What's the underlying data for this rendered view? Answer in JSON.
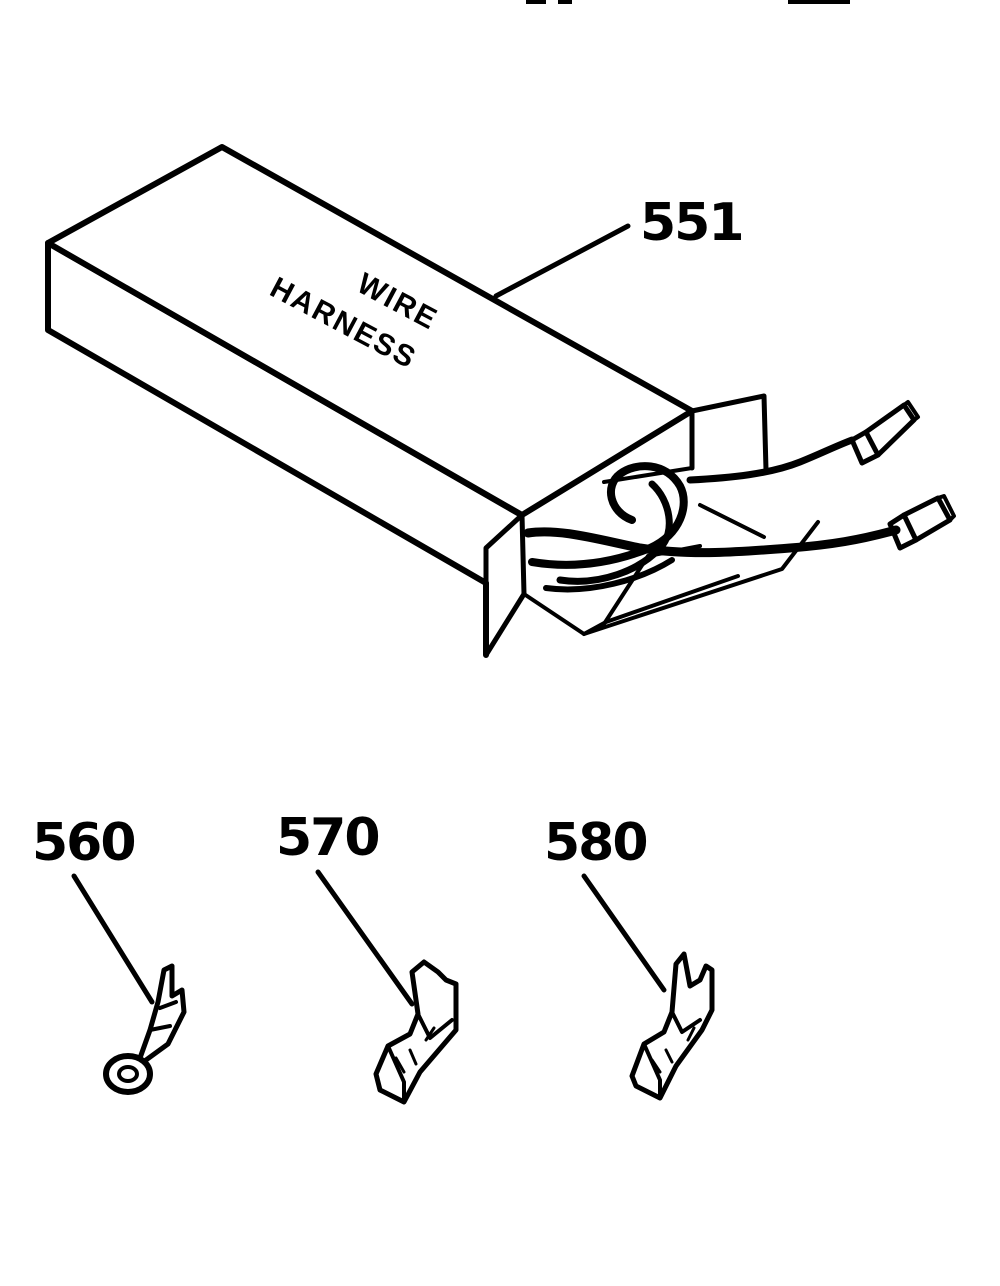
{
  "diagram": {
    "box_text_line1": "WIRE",
    "box_text_line2": "HARNESS",
    "parts": [
      {
        "id": "551",
        "label": "551",
        "name": "wire harness"
      },
      {
        "id": "560",
        "label": "560",
        "name": "ring terminal"
      },
      {
        "id": "570",
        "label": "570",
        "name": "flag terminal"
      },
      {
        "id": "580",
        "label": "580",
        "name": "spade terminal"
      }
    ]
  }
}
